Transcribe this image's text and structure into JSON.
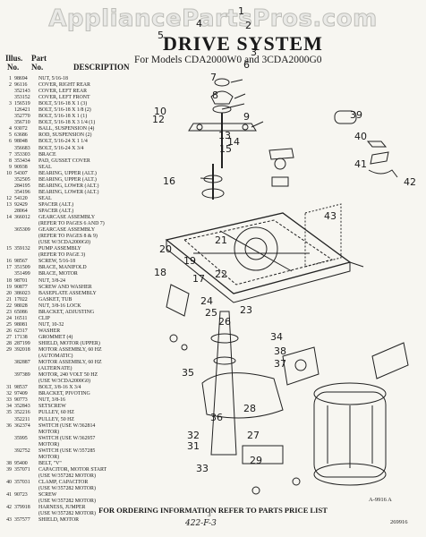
{
  "watermark": "AppliancePartsPros.com",
  "title": "DRIVE SYSTEM",
  "subtitle": "For Models CDA2000W0 and 3CDA2000G0",
  "columns": {
    "illus_line1": "Illus.",
    "illus_line2": "No.",
    "part_line1": "Part",
    "part_line2": "No.",
    "description": "DESCRIPTION"
  },
  "parts": [
    [
      "1",
      "98694",
      "Nut, 5/16-18"
    ],
    [
      "2",
      "96116",
      "Cover, right rear"
    ],
    [
      "",
      "352143",
      "Cover, left rear"
    ],
    [
      "",
      "353152",
      "Cover, left front"
    ],
    [
      "3",
      "156519",
      "Bolt, 5/16-18 x 1 (3)"
    ],
    [
      "",
      "126421",
      "Bolt, 5/16-18 x 1/8 (2)"
    ],
    [
      "",
      "352770",
      "Bolt, 5/16-18 x 1 (1)"
    ],
    [
      "",
      "356710",
      "Bolt, 5/16-18 x 3 1/4 (1)"
    ],
    [
      "4",
      "93072",
      "Ball, suspension (4)"
    ],
    [
      "5",
      "63686",
      "Rod, suspension (2)"
    ],
    [
      "6",
      "98048",
      "Bolt, 5/16-24 x 1 1/4"
    ],
    [
      "",
      "356683",
      "Bolt, 5/16-24 x 3/4"
    ],
    [
      "7",
      "353303",
      "Brace"
    ],
    [
      "8",
      "353434",
      "Pad, gusset cover"
    ],
    [
      "9",
      "90938",
      "Seal"
    ],
    [
      "10",
      "54307",
      "Bearing, upper (alt.)"
    ],
    [
      "",
      "352505",
      "Bearing, upper (alt.)"
    ],
    [
      "",
      "284195",
      "Bearing, lower (alt.)"
    ],
    [
      "",
      "354196",
      "Bearing, lower (alt.)"
    ],
    [
      "12",
      "54120",
      "Seal"
    ],
    [
      "13",
      "92429",
      "Spacer (alt.)"
    ],
    [
      "",
      "28064",
      "Spacer (alt.)"
    ],
    [
      "14",
      "366012",
      "Gearcase assembly"
    ],
    [
      "",
      "",
      "(refer to pages 6 and 7)"
    ],
    [
      "",
      "365309",
      "Gearcase assembly"
    ],
    [
      "",
      "",
      "(refer to pages 8 & 9)"
    ],
    [
      "",
      "",
      "(use w/3cda2000g0)"
    ],
    [
      "15",
      "359132",
      "Pump assembly"
    ],
    [
      "",
      "",
      "(refer to page 3)"
    ],
    [
      "16",
      "98567",
      "Screw, 5/16-18"
    ],
    [
      "17",
      "351509",
      "Brace, manifold"
    ],
    [
      "",
      "351499",
      "Brace, motor"
    ],
    [
      "18",
      "98701",
      "Nut, 3/8-24"
    ],
    [
      "19",
      "90877",
      "Screw and washer"
    ],
    [
      "20",
      "386023",
      "Baseplate assembly"
    ],
    [
      "21",
      "17022",
      "Gasket, tub"
    ],
    [
      "22",
      "98028",
      "Nut, 3/8-16 lock"
    ],
    [
      "23",
      "65086",
      "Bracket, adjusting"
    ],
    [
      "24",
      "16511",
      "Clip"
    ],
    [
      "25",
      "98081",
      "Nut, 10-32"
    ],
    [
      "26",
      "62317",
      "Washer"
    ],
    [
      "27",
      "17138",
      "Grommet (4)"
    ],
    [
      "28",
      "287199",
      "Shield, motor (upper)"
    ],
    [
      "29",
      "392018",
      "Motor assembly, 60 Hz"
    ],
    [
      "",
      "",
      "(automatic)"
    ],
    [
      "",
      "382887",
      "Motor assembly, 60 Hz"
    ],
    [
      "",
      "",
      "(alternate)"
    ],
    [
      "",
      "397389",
      "Motor, 240 volt 50 Hz"
    ],
    [
      "",
      "",
      "(use w/3cda2000g0)"
    ],
    [
      "31",
      "98537",
      "Bolt, 3/8-16 x 3/4"
    ],
    [
      "32",
      "97409",
      "Bracket, pivoting"
    ],
    [
      "33",
      "90773",
      "Nut, 3/8-16"
    ],
    [
      "34",
      "352843",
      "Setscrew"
    ],
    [
      "35",
      "352216",
      "Pulley, 60 Hz"
    ],
    [
      "",
      "352211",
      "Pulley, 50 Hz"
    ],
    [
      "36",
      "362374",
      "Switch (use w/362814"
    ],
    [
      "",
      "",
      "motor)"
    ],
    [
      "",
      "35995",
      "Switch (use w/362957"
    ],
    [
      "",
      "",
      "motor)"
    ],
    [
      "",
      "392752",
      "Switch (use w/357285"
    ],
    [
      "",
      "",
      "motor)"
    ],
    [
      "38",
      "95400",
      "Belt, \"V\""
    ],
    [
      "39",
      "357071",
      "Capacitor, motor start"
    ],
    [
      "",
      "",
      "(use w/357282 motor)"
    ],
    [
      "40",
      "357031",
      "Clamp, capacitor"
    ],
    [
      "",
      "",
      "(use w/357282 motor)"
    ],
    [
      "41",
      "90723",
      "Screw"
    ],
    [
      "",
      "",
      "(use w/357282 motor)"
    ],
    [
      "42",
      "379918",
      "Harness, jumper"
    ],
    [
      "",
      "",
      "(use w/357282 motor)"
    ],
    [
      "43",
      "357577",
      "Shield, motor"
    ]
  ],
  "callouts": [
    "1",
    "2",
    "3",
    "4",
    "5",
    "6",
    "7",
    "8",
    "9",
    "10",
    "12",
    "13",
    "14",
    "15",
    "16",
    "17",
    "18",
    "19",
    "20",
    "21",
    "22",
    "23",
    "24",
    "25",
    "26",
    "27",
    "28",
    "29",
    "31",
    "32",
    "33",
    "34",
    "35",
    "36",
    "37",
    "38",
    "39",
    "40",
    "41",
    "42",
    "43"
  ],
  "figure_ref": "A-9916 A",
  "footer": "FOR ORDERING INFORMATION REFER TO PARTS PRICE LIST",
  "page_number": "3",
  "doc_number": "269916",
  "handwritten": "422-F-3"
}
